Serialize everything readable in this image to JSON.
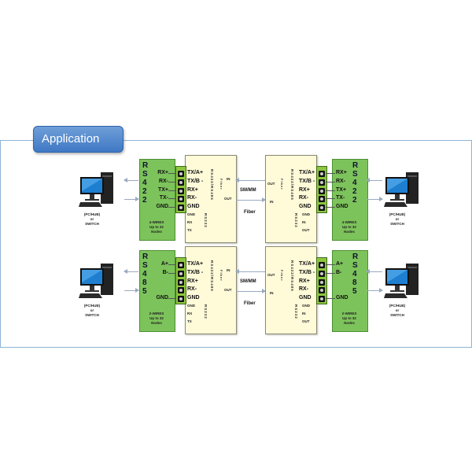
{
  "section_title": "Application",
  "pc_label": [
    "(PC/HUB)",
    "or",
    "SWITCH"
  ],
  "link": {
    "mode": "SM/MM",
    "medium": "Fiber"
  },
  "converter": {
    "pins": [
      "TX/A+",
      "TX/B -",
      "RX+",
      "RX-",
      "GND"
    ],
    "serial_label": "RS422/RS485",
    "fiber_label": "Fiber",
    "rs232_label": "RS232",
    "left_fiber": {
      "in": "IN",
      "out": "OUT"
    },
    "left_rs232": [
      "GND",
      "RX",
      "TX"
    ],
    "right_fiber": {
      "out": "OUT",
      "in": "IN"
    },
    "right_rs232": [
      "GND",
      "IN",
      "OUT"
    ]
  },
  "rows": [
    {
      "standard": [
        "R",
        "S",
        "4",
        "2",
        "2"
      ],
      "pins_left": [
        "RX+",
        "RX-",
        "TX+",
        "TX-",
        "GND"
      ],
      "pins_right": [
        "RX+",
        "RX-",
        "TX+",
        "TX-",
        "GND"
      ],
      "note": [
        "4-WIRES",
        "Up to 32",
        "Nodes"
      ]
    },
    {
      "standard": [
        "R",
        "S",
        "4",
        "8",
        "5"
      ],
      "pins_left": [
        "A+",
        "B-",
        "",
        "",
        "GND"
      ],
      "pins_right": [
        "A+",
        "B-",
        "",
        "",
        "GND"
      ],
      "note": [
        "2-WIRES",
        "Up to 32",
        "Nodes"
      ]
    }
  ],
  "colors": {
    "module": "#7dc35b",
    "converter": "#fffbd9",
    "tab": "#4a82cc",
    "frame": "#8fb2d6"
  }
}
